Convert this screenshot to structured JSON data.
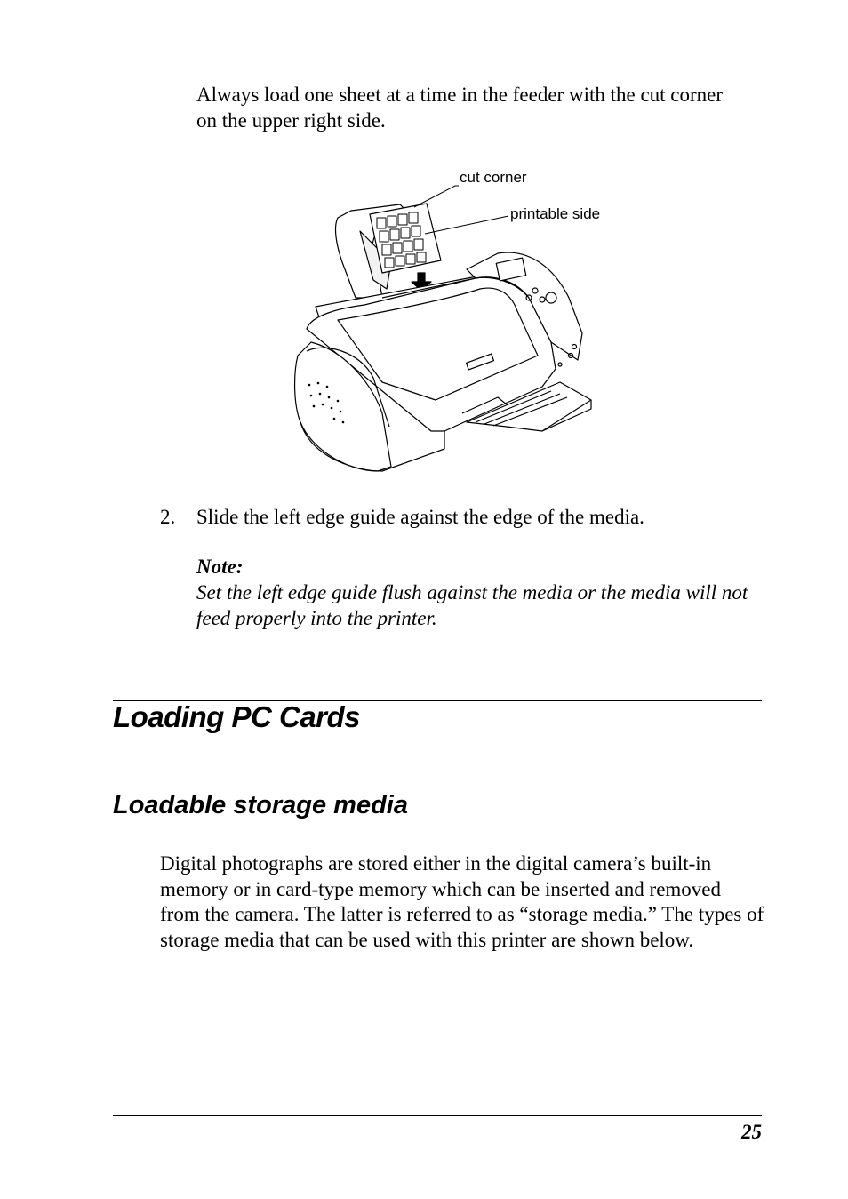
{
  "intro": {
    "text": "Always load one sheet at a time in the feeder with the cut corner on the upper right side."
  },
  "figure": {
    "callouts": {
      "cut_corner": "cut corner",
      "printable_side": "printable side"
    }
  },
  "step": {
    "number": "2.",
    "text": "Slide the left edge guide against the edge of the media."
  },
  "note": {
    "title": "Note:",
    "body": "Set the left edge guide flush against the media or the media will not feed properly into the printer."
  },
  "section": {
    "heading": "Loading PC Cards",
    "subheading": "Loadable storage media",
    "paragraph": "Digital photographs are stored either in the digital camera’s built-in memory or in card-type memory which can be inserted and removed from the camera. The latter is referred to as “storage media.” The types of storage media that can be used with this printer are shown below."
  },
  "footer": {
    "page_number": "25"
  }
}
